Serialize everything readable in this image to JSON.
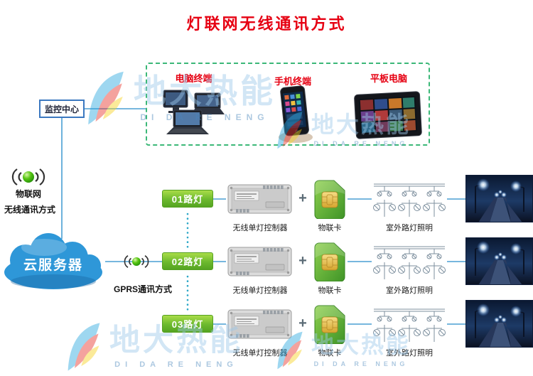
{
  "title": "灯联网无线通讯方式",
  "monitoring_center": {
    "label": "监控中心"
  },
  "terminals": {
    "computer": "电脑终端",
    "phone": "手机终端",
    "tablet": "平板电脑"
  },
  "iot_left": {
    "line1": "物联网",
    "line2": "无线通讯方式"
  },
  "cloud": {
    "label": "云服务器"
  },
  "gprs": {
    "label": "GPRS通讯方式"
  },
  "rows": [
    {
      "light": "01路灯",
      "controller": "无线单灯控制器",
      "plus": "+",
      "card": "物联卡",
      "outdoor": "室外路灯照明"
    },
    {
      "light": "02路灯",
      "controller": "无线单灯控制器",
      "plus": "+",
      "card": "物联卡",
      "outdoor": "室外路灯照明"
    },
    {
      "light": "03路灯",
      "controller": "无线单灯控制器",
      "plus": "+",
      "card": "物联卡",
      "outdoor": "室外路灯照明"
    }
  ],
  "watermark": {
    "brand": "地大热能",
    "sub": "DI DA RE NENG"
  },
  "colors": {
    "title_red": "#e60012",
    "dashed_green": "#3cb878",
    "line_blue": "#4a9fd4",
    "dotted_teal": "#2ea8c8",
    "box_green": "#6cb92e",
    "cloud_blue": "#2e97d8",
    "sim_green": "#5aa82f"
  }
}
